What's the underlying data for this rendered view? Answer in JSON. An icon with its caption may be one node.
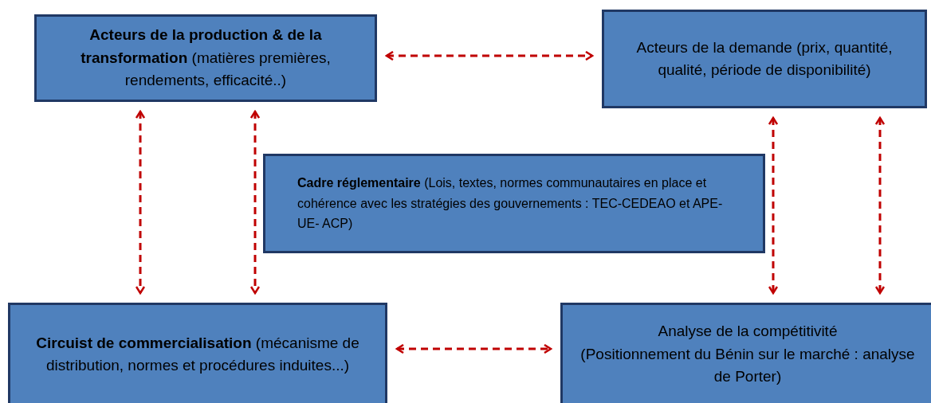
{
  "diagram": {
    "nodes": [
      {
        "text": [
          "**Acteurs de la production & de la transformation** (matières premières, rendements, efficacité..)"
        ]
      },
      {
        "text": [
          "Acteurs de la demande (prix, quantité, qualité, période de disponibilité)"
        ]
      },
      {
        "text": [
          "**Cadre réglementaire** (Lois, textes, normes communautaires en place et cohérence avec les stratégies des gouvernements : TEC-CEDEAO et APE-UE- ACP)"
        ]
      },
      {
        "text": [
          "**Circuist de commercialisation** (mécanisme de distribution, normes et procédures induites...)"
        ]
      },
      {
        "text": [
          "Analyse de la compétitivité",
          "(Positionnement du Bénin sur le marché : analyse de Porter)"
        ]
      }
    ],
    "edges": [
      {
        "from": 0,
        "to": 1,
        "arrow": "both",
        "style": "dashed",
        "color": "#c00000"
      },
      {
        "from": 0,
        "to": 3,
        "arrow": "both",
        "style": "dashed",
        "color": "#c00000"
      },
      {
        "from": 0,
        "to": 3,
        "arrow": "both",
        "style": "dashed",
        "color": "#c00000"
      },
      {
        "from": 1,
        "to": 4,
        "arrow": "both",
        "style": "dashed",
        "color": "#c00000"
      },
      {
        "from": 1,
        "to": 4,
        "arrow": "both",
        "style": "dashed",
        "color": "#c00000"
      },
      {
        "from": 3,
        "to": 4,
        "arrow": "both",
        "style": "dashed",
        "color": "#c00000"
      }
    ]
  }
}
